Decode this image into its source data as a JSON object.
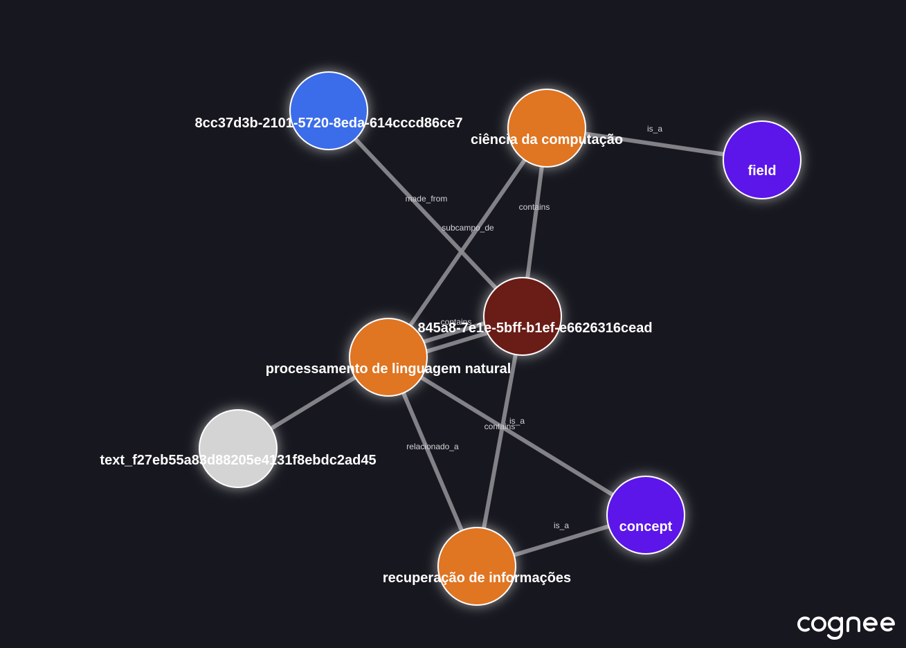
{
  "colors": {
    "background": "#17171f",
    "edge": "#8e8d93",
    "edge_label": "#d4d4d8",
    "node_border": "#ffffff",
    "node_label": "#ffffff"
  },
  "nodes": [
    {
      "id": "uuid_8cc",
      "label": "8cc37d3b-2101-5720-8eda-614cccd86ce7",
      "color": "#3b6cea"
    },
    {
      "id": "cdc",
      "label": "ciência da computação",
      "color": "#e07424"
    },
    {
      "id": "field",
      "label": "field",
      "color": "#5b17ea"
    },
    {
      "id": "uuid_845",
      "label": "845a8-7e1e-5bff-b1ef-e6626316cead",
      "color": "#6b1f18"
    },
    {
      "id": "pln",
      "label": "processamento de linguagem natural",
      "color": "#e07424"
    },
    {
      "id": "text",
      "label": "text_f27eb55a83d88205e4131f8ebdc2ad45",
      "color": "#d4d4d4"
    },
    {
      "id": "concept",
      "label": "concept",
      "color": "#5b17ea"
    },
    {
      "id": "ri",
      "label": "recuperação de informações",
      "color": "#e07424"
    }
  ],
  "edges": [
    {
      "source": "cdc",
      "target": "field",
      "label": "is_a"
    },
    {
      "source": "uuid_8cc",
      "target": "uuid_845",
      "label": "made_from"
    },
    {
      "source": "cdc",
      "target": "uuid_845",
      "label": "contains"
    },
    {
      "source": "pln",
      "target": "cdc",
      "label": "subcampo_de"
    },
    {
      "source": "uuid_845",
      "target": "pln",
      "label": "contains"
    },
    {
      "source": "uuid_845",
      "target": "pln",
      "label": ""
    },
    {
      "source": "pln",
      "target": "text",
      "label": ""
    },
    {
      "source": "pln",
      "target": "ri",
      "label": "relacionado_a"
    },
    {
      "source": "pln",
      "target": "concept",
      "label": "is_a"
    },
    {
      "source": "uuid_845",
      "target": "ri",
      "label": "contains"
    },
    {
      "source": "ri",
      "target": "concept",
      "label": "is_a"
    }
  ],
  "logo": {
    "text": "cognee"
  }
}
